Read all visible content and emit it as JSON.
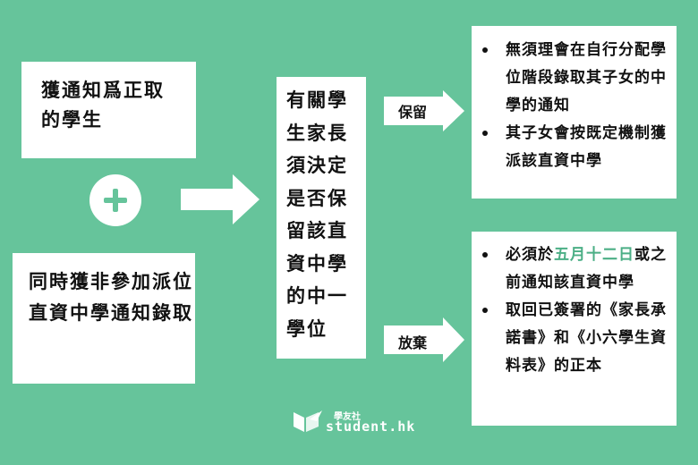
{
  "box_notice": {
    "text": "獲通知爲正取的學生"
  },
  "box_dss": {
    "text": "同時獲非參加派位直資中學通知錄取"
  },
  "box_decide": {
    "text": "有關學生家長須決定是否保留該直資中學的中一學位"
  },
  "arrow_keep": {
    "label": "保留"
  },
  "arrow_drop": {
    "label": "放棄"
  },
  "box_keep": {
    "items": [
      "無須理會在自行分配學位階段錄取其子女的中學的通知",
      "其子女會按既定機制獲派該直資中學"
    ]
  },
  "box_drop": {
    "item1_pre": "必須於",
    "item1_date": "五月十二日",
    "item1_post": "或之前通知該直資中學",
    "item2": "取回已簽署的《家長承諾書》和《小六學生資料表》的正本"
  },
  "logo": {
    "cn": "學友社",
    "en": "student.hk"
  },
  "colors": {
    "background": "#66c49b",
    "box": "#ffffff",
    "highlight": "#4caf86"
  }
}
